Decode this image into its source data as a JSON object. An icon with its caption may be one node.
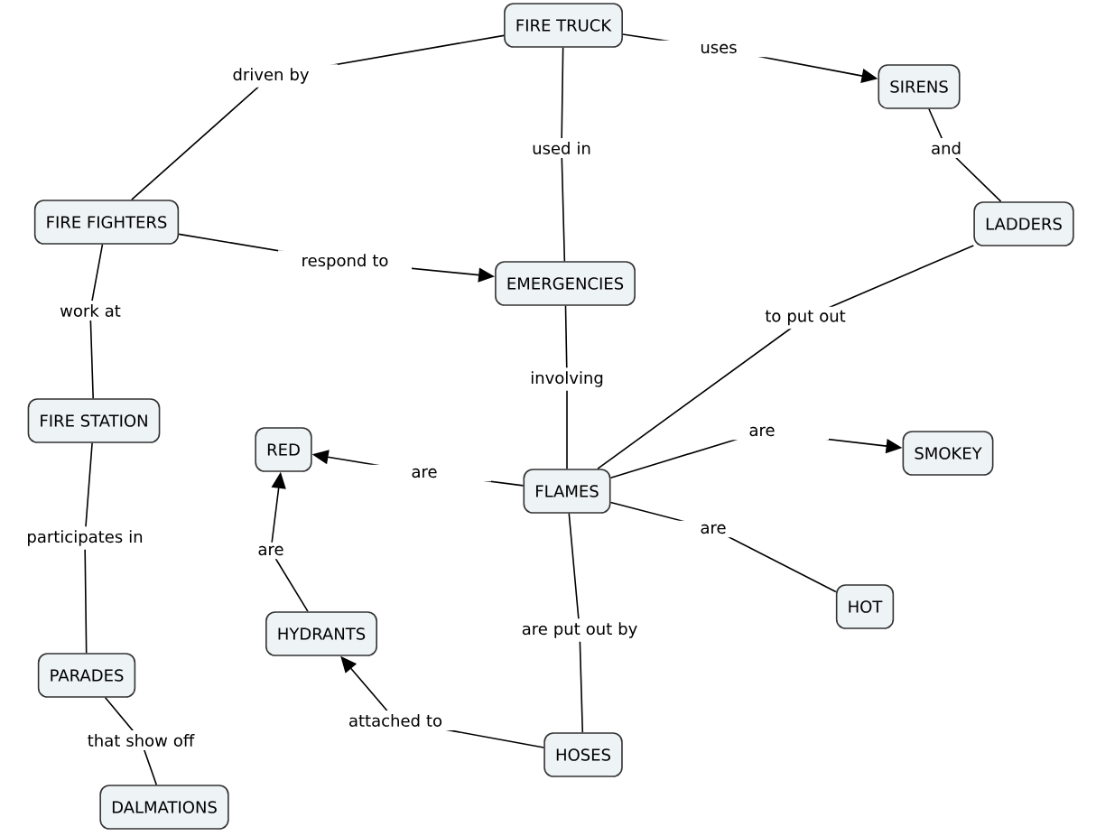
{
  "diagram": {
    "nodes": [
      {
        "text": [
          "FIRE TRUCK"
        ]
      },
      {
        "text": [
          "SIRENS"
        ]
      },
      {
        "text": [
          "FIRE FIGHTERS"
        ]
      },
      {
        "text": [
          "LADDERS"
        ]
      },
      {
        "text": [
          "EMERGENCIES"
        ]
      },
      {
        "text": [
          "FIRE STATION"
        ]
      },
      {
        "text": [
          "RED"
        ]
      },
      {
        "text": [
          "FLAMES"
        ]
      },
      {
        "text": [
          "SMOKEY"
        ]
      },
      {
        "text": [
          "HYDRANTS"
        ]
      },
      {
        "text": [
          "HOT"
        ]
      },
      {
        "text": [
          "PARADES"
        ]
      },
      {
        "text": [
          "HOSES"
        ]
      },
      {
        "text": [
          "DALMATIONS"
        ]
      }
    ],
    "edges": [
      {
        "from": 0,
        "to": 2,
        "arrow": "none",
        "label": "driven by"
      },
      {
        "from": 0,
        "to": 1,
        "arrow": "to",
        "label": "uses"
      },
      {
        "from": 0,
        "to": 4,
        "arrow": "none",
        "label": "used in"
      },
      {
        "from": 1,
        "to": 3,
        "arrow": "none",
        "label": "and"
      },
      {
        "from": 2,
        "to": 4,
        "arrow": "to",
        "label": "respond to"
      },
      {
        "from": 2,
        "to": 5,
        "arrow": "none",
        "label": "work at"
      },
      {
        "from": 3,
        "to": 7,
        "arrow": "none",
        "label": "to put out"
      },
      {
        "from": 4,
        "to": 7,
        "arrow": "none",
        "label": "involving"
      },
      {
        "from": 7,
        "to": 6,
        "arrow": "to",
        "label": "are"
      },
      {
        "from": 7,
        "to": 8,
        "arrow": "to",
        "label": "are"
      },
      {
        "from": 7,
        "to": 10,
        "arrow": "none",
        "label": "are"
      },
      {
        "from": 7,
        "to": 12,
        "arrow": "none",
        "label": "are put out by"
      },
      {
        "from": 5,
        "to": 11,
        "arrow": "none",
        "label": "participates in"
      },
      {
        "from": 9,
        "to": 6,
        "arrow": "to",
        "label": "are"
      },
      {
        "from": 12,
        "to": 9,
        "arrow": "to",
        "label": "attached to"
      },
      {
        "from": 11,
        "to": 13,
        "arrow": "none",
        "label": "that show off"
      }
    ]
  }
}
